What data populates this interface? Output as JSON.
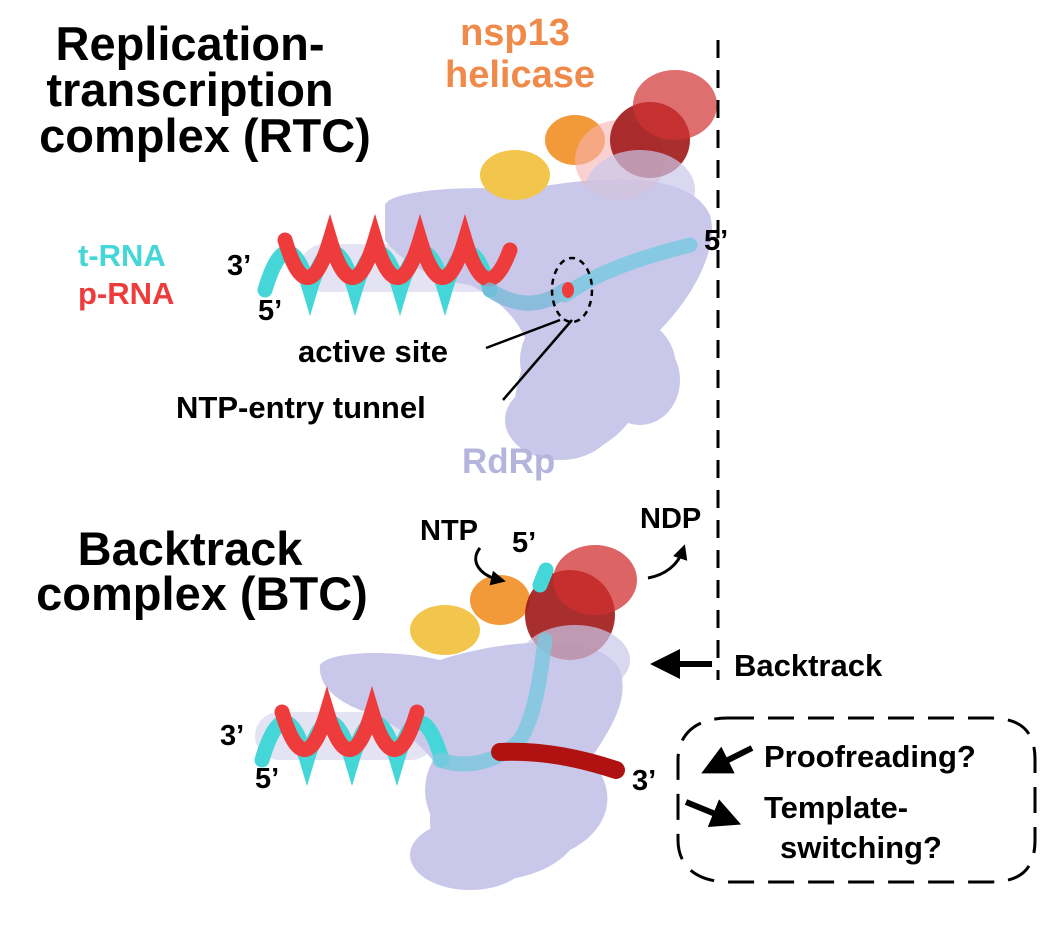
{
  "rtc": {
    "title_lines": [
      "Replication-",
      "transcription",
      "complex (RTC)"
    ],
    "helicase_lines": [
      "nsp13",
      "helicase"
    ],
    "t_rna": "t-RNA",
    "p_rna": "p-RNA",
    "end_3": "3’",
    "end_5_left": "5’",
    "end_5_right": "5’",
    "active_site": "active site",
    "ntp_tunnel": "NTP-entry tunnel",
    "rdrp": "RdRp"
  },
  "btc": {
    "title_lines": [
      "Backtrack",
      "complex (BTC)"
    ],
    "ntp": "NTP",
    "end_5_top": "5’",
    "ndp": "NDP",
    "backtrack": "Backtrack",
    "end_3_left": "3’",
    "end_5_left": "5’",
    "end_3_right": "3’",
    "proofreading": "Proofreading?",
    "template_lines": [
      "Template-",
      "switching?"
    ]
  },
  "colors": {
    "title": "#000000",
    "helicase_label": "#f08a4b",
    "t_rna": "#45d6d8",
    "p_rna": "#ee3b3b",
    "rdrp_label": "#b4b4dc",
    "rdrp_surface": "#c9c8ea",
    "helicase_yellow": "#f2c64c",
    "helicase_orange": "#f29a3a",
    "helicase_darkred": "#a01818"
  }
}
